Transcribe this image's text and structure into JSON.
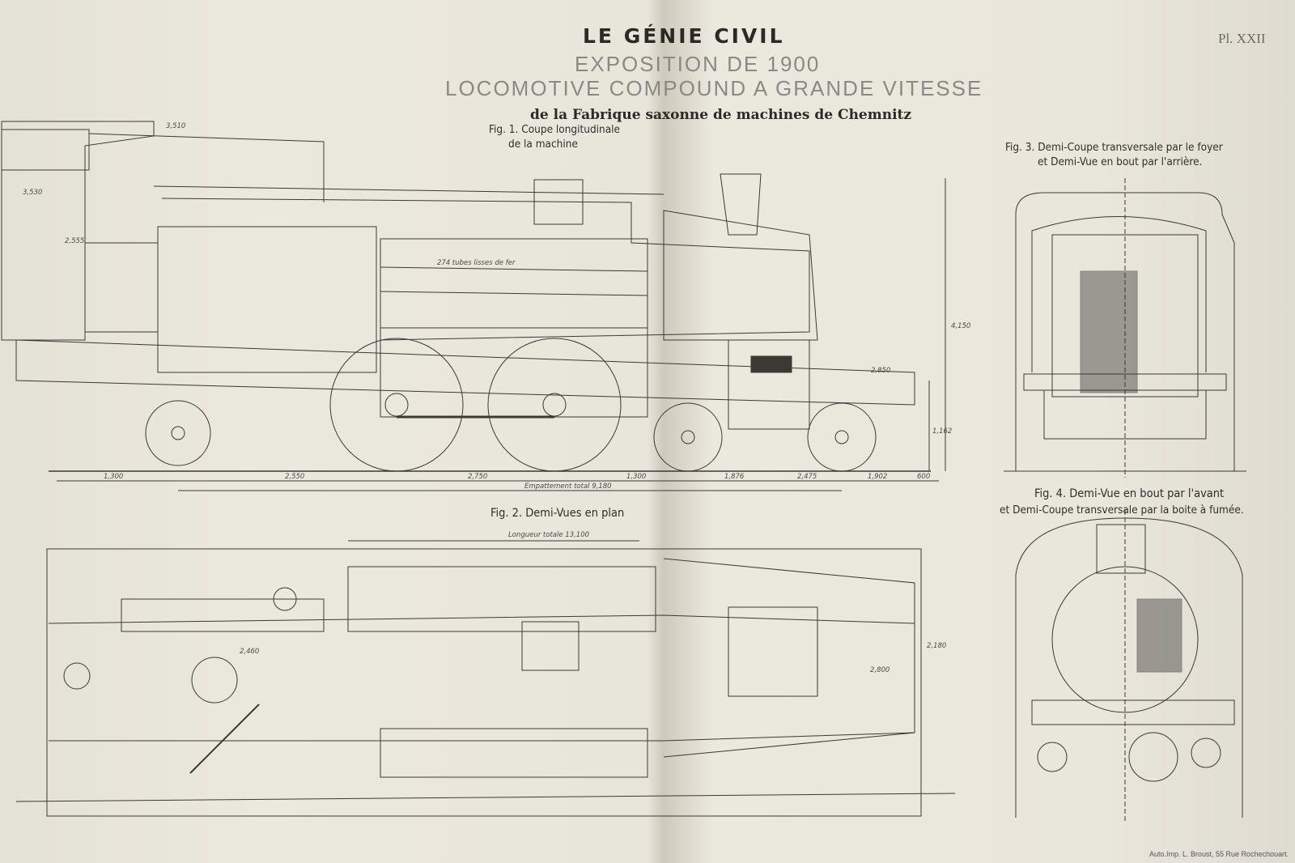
{
  "header": {
    "journal": "LE GÉNIE CIVIL",
    "plate": "Pl. XXII",
    "exposition": "EXPOSITION DE 1900",
    "locomotive": "LOCOMOTIVE COMPOUND A GRANDE VITESSE",
    "fabrique": "de la Fabrique saxonne de machines de Chemnitz"
  },
  "figures": {
    "fig1_line1": "Fig. 1. Coupe longitudinale",
    "fig1_line2": "de la machine",
    "fig2": "Fig. 2. Demi-Vues en plan",
    "fig3_line1": "Fig. 3. Demi-Coupe transversale par le foyer",
    "fig3_line2": "et Demi-Vue en bout par l'arrière.",
    "fig4_line1": "Fig. 4. Demi-Vue en bout par l'avant",
    "fig4_line2": "et Demi-Coupe transversale par la boite à fumée."
  },
  "dimensions": {
    "d1": "1,300",
    "d2": "2,550",
    "d3": "2,750",
    "d4": "1,300",
    "d5": "1,876",
    "d6": "2,475",
    "d7": "1,902",
    "d8": "600",
    "empattement": "Empattement total 9,180",
    "tubes": "274 tubes lisses de fer",
    "longueur": "Longueur totale 13,100",
    "h1": "3,530",
    "h2": "2,555",
    "h3": "4,150",
    "h4": "2,850",
    "h5": "1,162",
    "top": "3,510",
    "b1": "2,460",
    "b2": "2,800",
    "w1": "2,180"
  },
  "imprint": "Auto.Imp. L. Broust, 55 Rue Rochechouart."
}
